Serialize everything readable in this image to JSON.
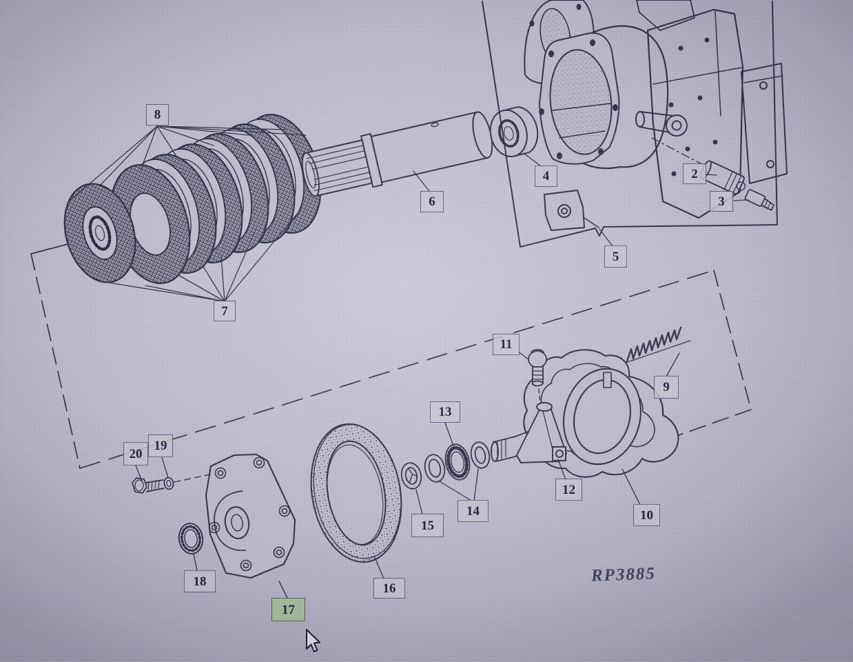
{
  "figure": {
    "drawing_number": "RP3885",
    "selected_label": "17",
    "type": "exploded-parts-diagram"
  },
  "labels": {
    "n2": "2",
    "n3": "3",
    "n4": "4",
    "n5": "5",
    "n6": "6",
    "n7": "7",
    "n8": "8",
    "n9": "9",
    "n10": "10",
    "n11": "11",
    "n12": "12",
    "n13": "13",
    "n14": "14",
    "n15": "15",
    "n16": "16",
    "n17": "17",
    "n18": "18",
    "n19": "19",
    "n20": "20"
  },
  "colors": {
    "background": "#c2bfd2",
    "line": "#2b2b45",
    "label_box": "#cbc9d7",
    "label_border": "#61617a",
    "highlight_box": "#abc49e",
    "highlight_border": "#4f6150",
    "text": "#16162e"
  },
  "cursor": {
    "style": "arrow",
    "visible": true
  }
}
